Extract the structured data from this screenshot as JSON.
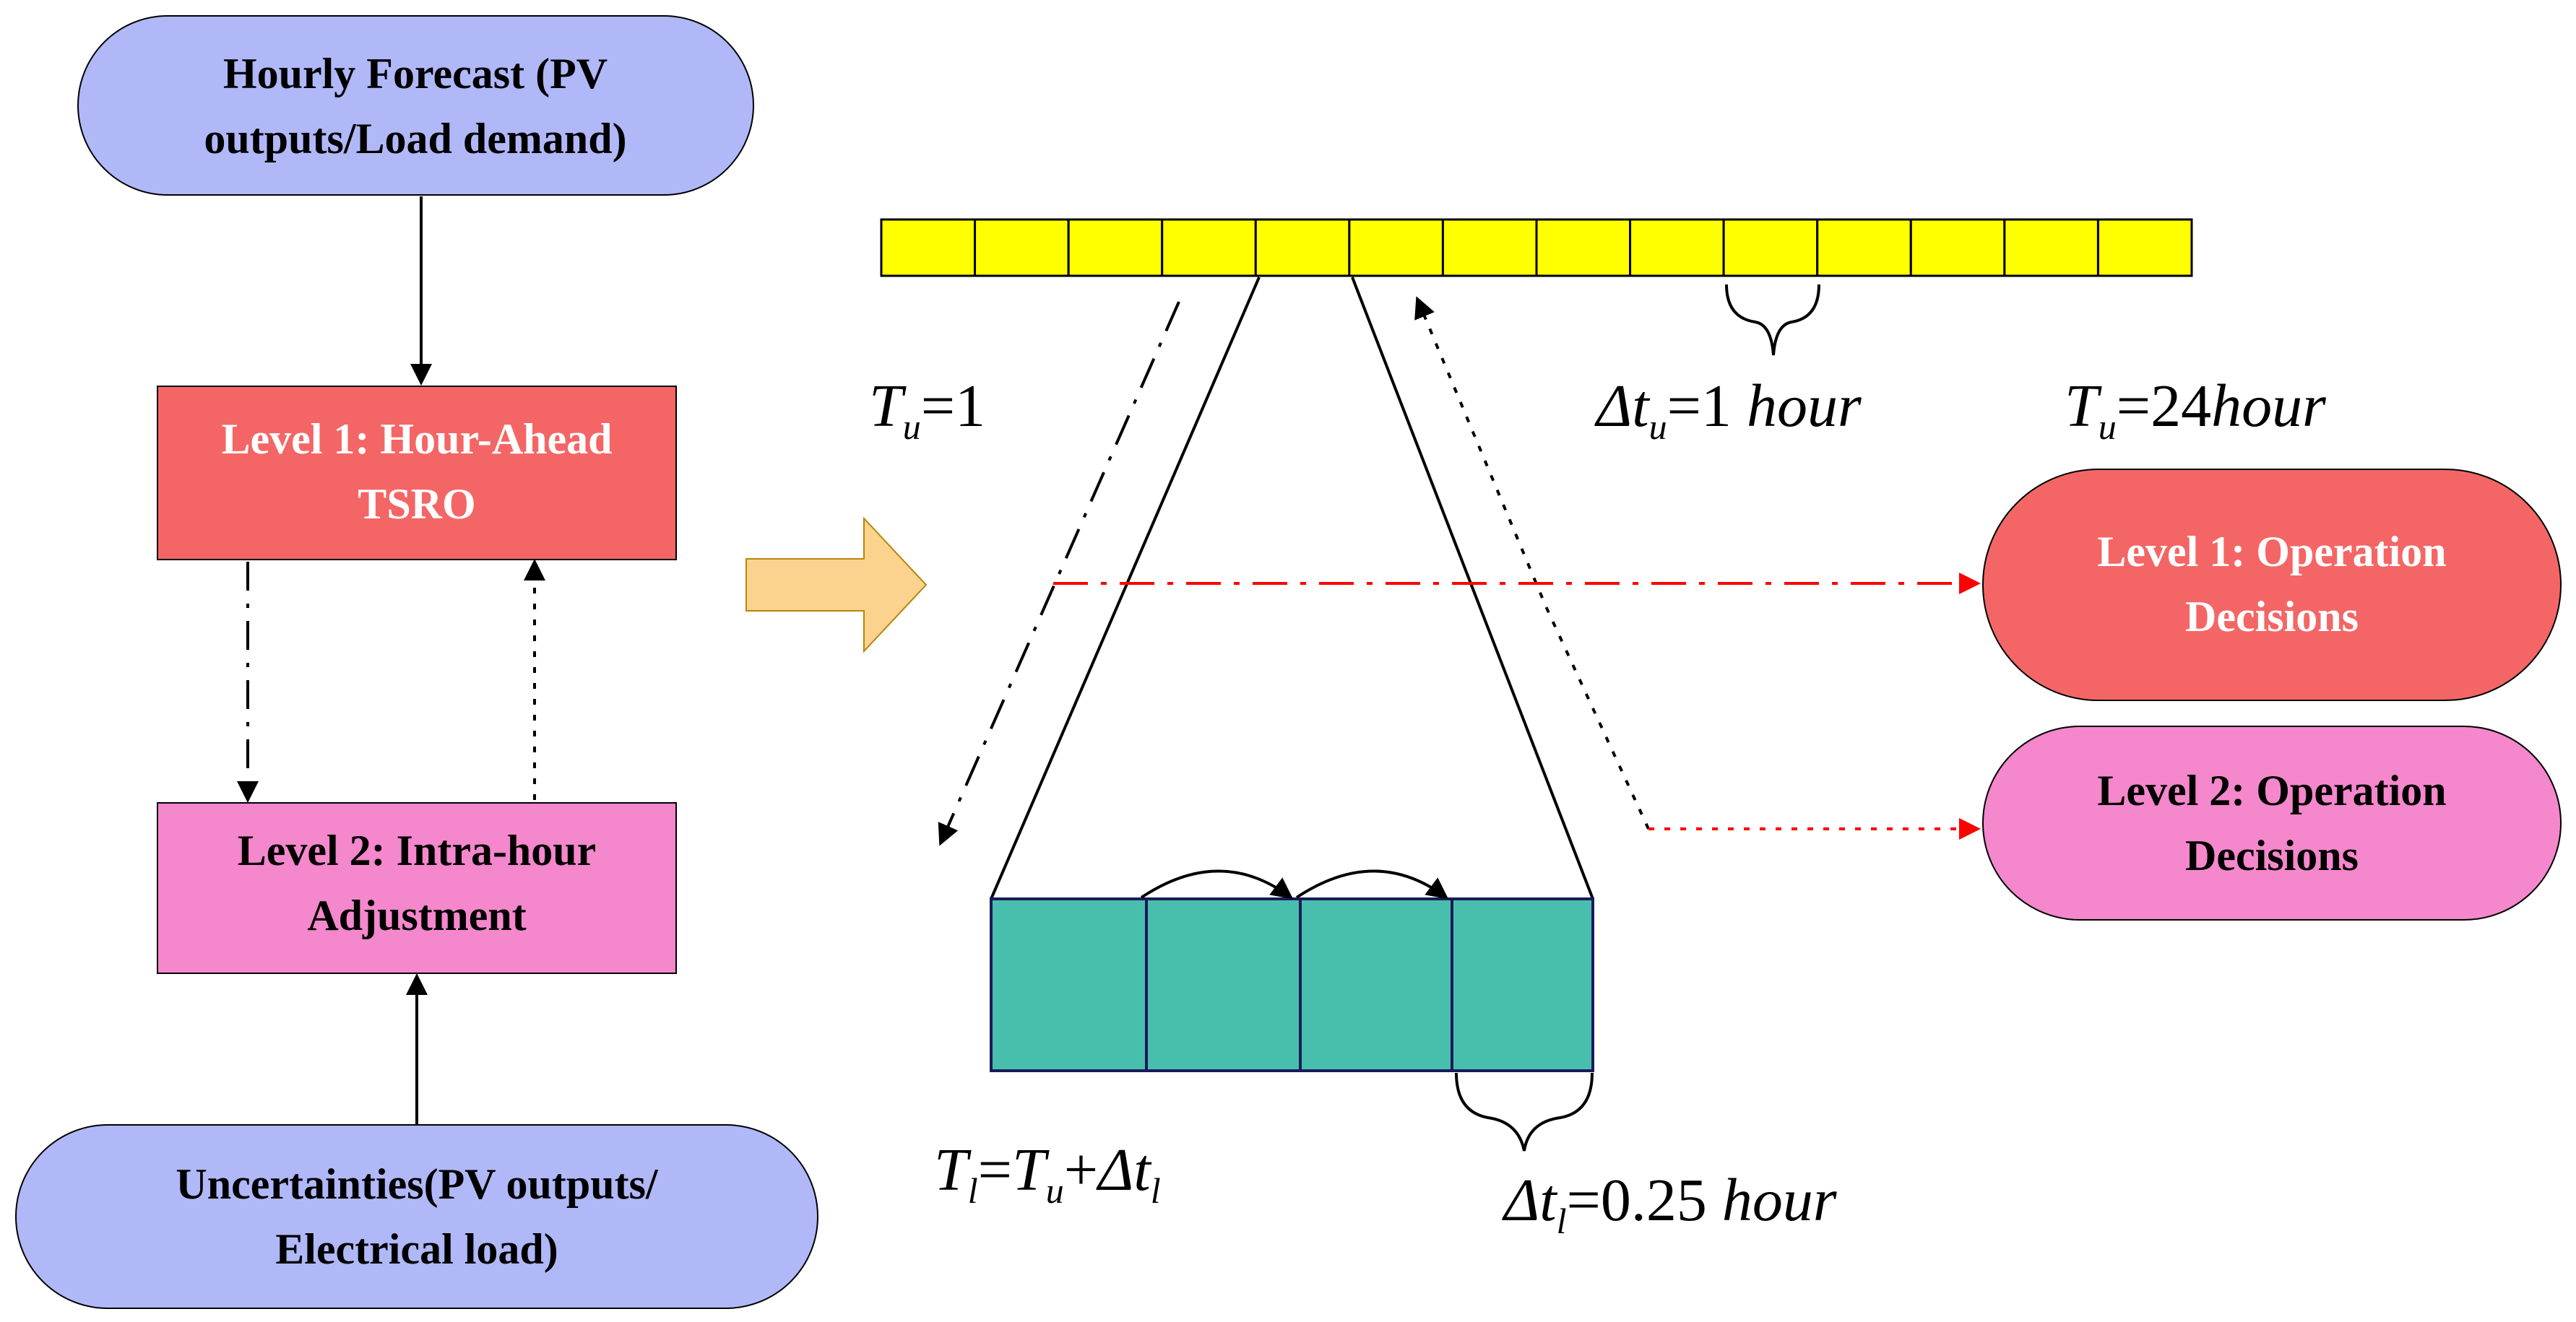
{
  "flow": {
    "forecast": {
      "line1": "Hourly Forecast (PV",
      "line2": "outputs/Load demand)"
    },
    "level1": {
      "line1": "Level 1: Hour-Ahead",
      "line2": "TSRO"
    },
    "level2": {
      "line1": "Level 2: Intra-hour",
      "line2": "Adjustment"
    },
    "uncertainties": {
      "line1": "Uncertainties(PV outputs/",
      "line2": "Electrical load)"
    }
  },
  "timeline": {
    "upper_slots": 14,
    "lower_slots": 4,
    "tu_start": {
      "sym": "T",
      "sub": "u",
      "rest": "=1"
    },
    "delta_tu": {
      "sym": "Δt",
      "sub": "u",
      "eq": "=1 ",
      "unit": "hour"
    },
    "tu_end": {
      "sym": "T",
      "sub": "u",
      "eq": "=24",
      "unit": "hour"
    },
    "tl": {
      "sym": "T",
      "sub": "l",
      "eq": "=",
      "sym2": "T",
      "sub2": "u",
      "plus": "+",
      "sym3": "Δt",
      "sub3": "l"
    },
    "delta_tl": {
      "sym": "Δt",
      "sub": "l",
      "eq": "=0.25 ",
      "unit": "hour"
    }
  },
  "decisions": {
    "level1": {
      "line1": "Level 1: Operation",
      "line2": "Decisions"
    },
    "level2": {
      "line1": "Level 2: Operation",
      "line2": "Decisions"
    }
  },
  "colors": {
    "blue_node": "#b0b8f8",
    "level1_red": "#f46666",
    "level2_pink": "#f587cc",
    "yellow_slot": "#ffff00",
    "teal_slot": "#48bfad",
    "arrow_orange": "#fbd38f",
    "red_dash": "#ff0000"
  }
}
